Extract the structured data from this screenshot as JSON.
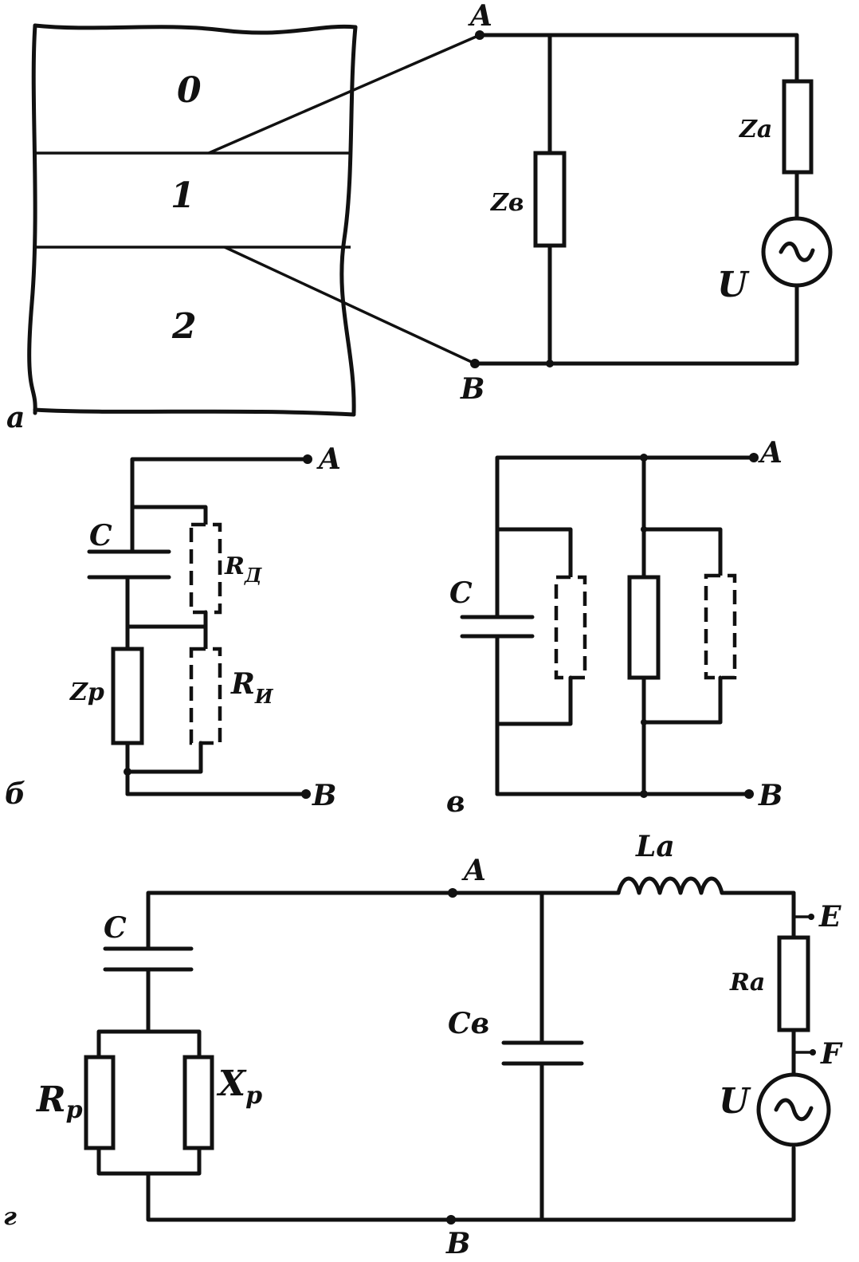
{
  "colors": {
    "ink": "#111111",
    "paper": "#ffffff"
  },
  "figure_a": {
    "panel_label": "a",
    "layers": [
      "0",
      "1",
      "2"
    ],
    "node_top": "A",
    "node_bottom": "B",
    "zb_label": "Zв",
    "za_label": "Zа",
    "source_label": "U",
    "source_icon": "ac-source-icon",
    "source_symbol": "~"
  },
  "figure_b": {
    "panel_label": "б",
    "capacitor": "C",
    "r_top": "R",
    "r_top_sub": "Д",
    "zp": "Zр",
    "r_bottom": "R",
    "r_bottom_sub": "И",
    "node_top": "A",
    "node_bottom": "B"
  },
  "figure_v": {
    "panel_label": "в",
    "capacitor": "C",
    "node_top": "A",
    "node_bottom": "B"
  },
  "figure_g": {
    "panel_label": "г",
    "capacitor": "C",
    "rp": "R",
    "rp_sub": "р",
    "xp": "X",
    "xp_sub": "р",
    "cb": "Cв",
    "la": "Lа",
    "ra": "Rа",
    "node_e": "E",
    "node_f": "F",
    "source_label": "U",
    "source_symbol": "~",
    "node_top": "A",
    "node_bottom": "B"
  }
}
